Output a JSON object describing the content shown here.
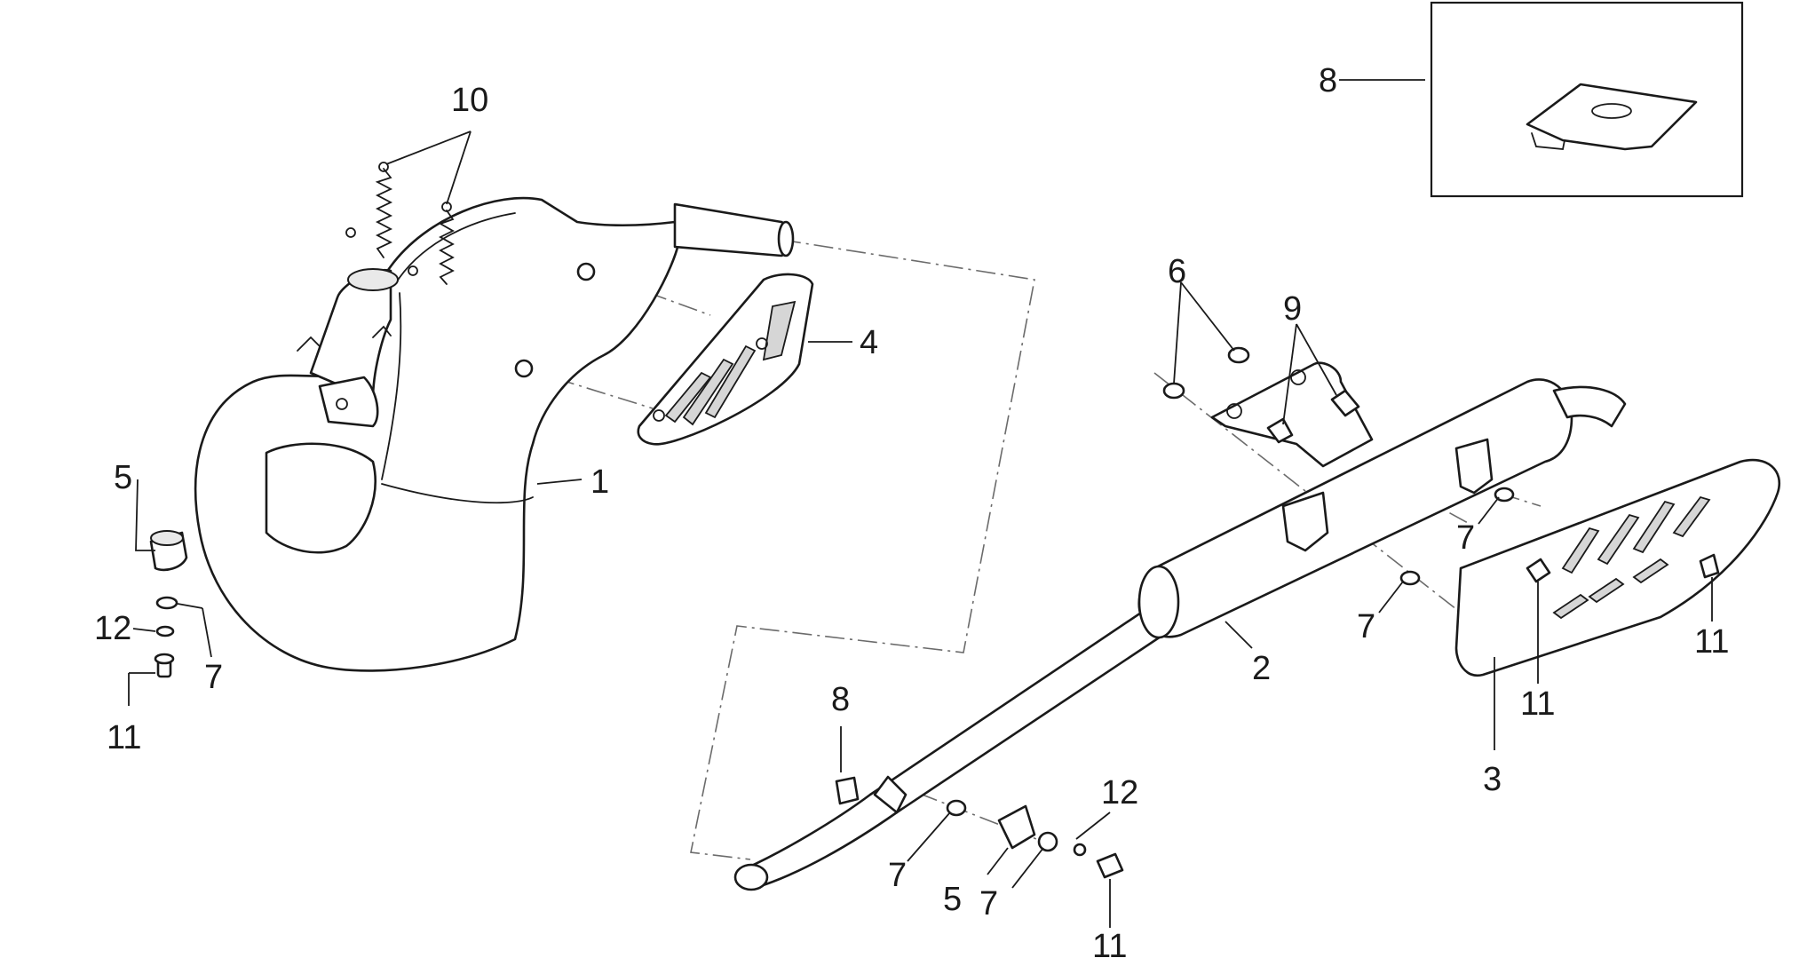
{
  "diagram": {
    "callouts": {
      "c1": "1",
      "c2": "2",
      "c3": "3",
      "c4": "4",
      "c5a": "5",
      "c5b": "5",
      "c6": "6",
      "c7a": "7",
      "c7b": "7",
      "c7c": "7",
      "c7d": "7",
      "c7e": "7",
      "c8a": "8",
      "c8b": "8",
      "c9": "9",
      "c10": "10",
      "c11a": "11",
      "c11b": "11",
      "c11c": "11",
      "c11d": "11",
      "c12a": "12",
      "c12b": "12"
    }
  }
}
